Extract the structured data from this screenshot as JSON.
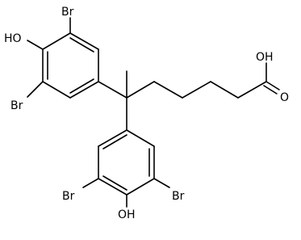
{
  "structure": {
    "atoms": {
      "br_top_left_ring_upper": "Br",
      "ho_left_ring": "HO",
      "br_top_left_ring_lower": "Br",
      "oh_acid": "OH",
      "o_acid": "O",
      "br_bottom_ring_left": "Br",
      "br_bottom_ring_right": "Br",
      "oh_bottom_ring": "OH"
    }
  }
}
